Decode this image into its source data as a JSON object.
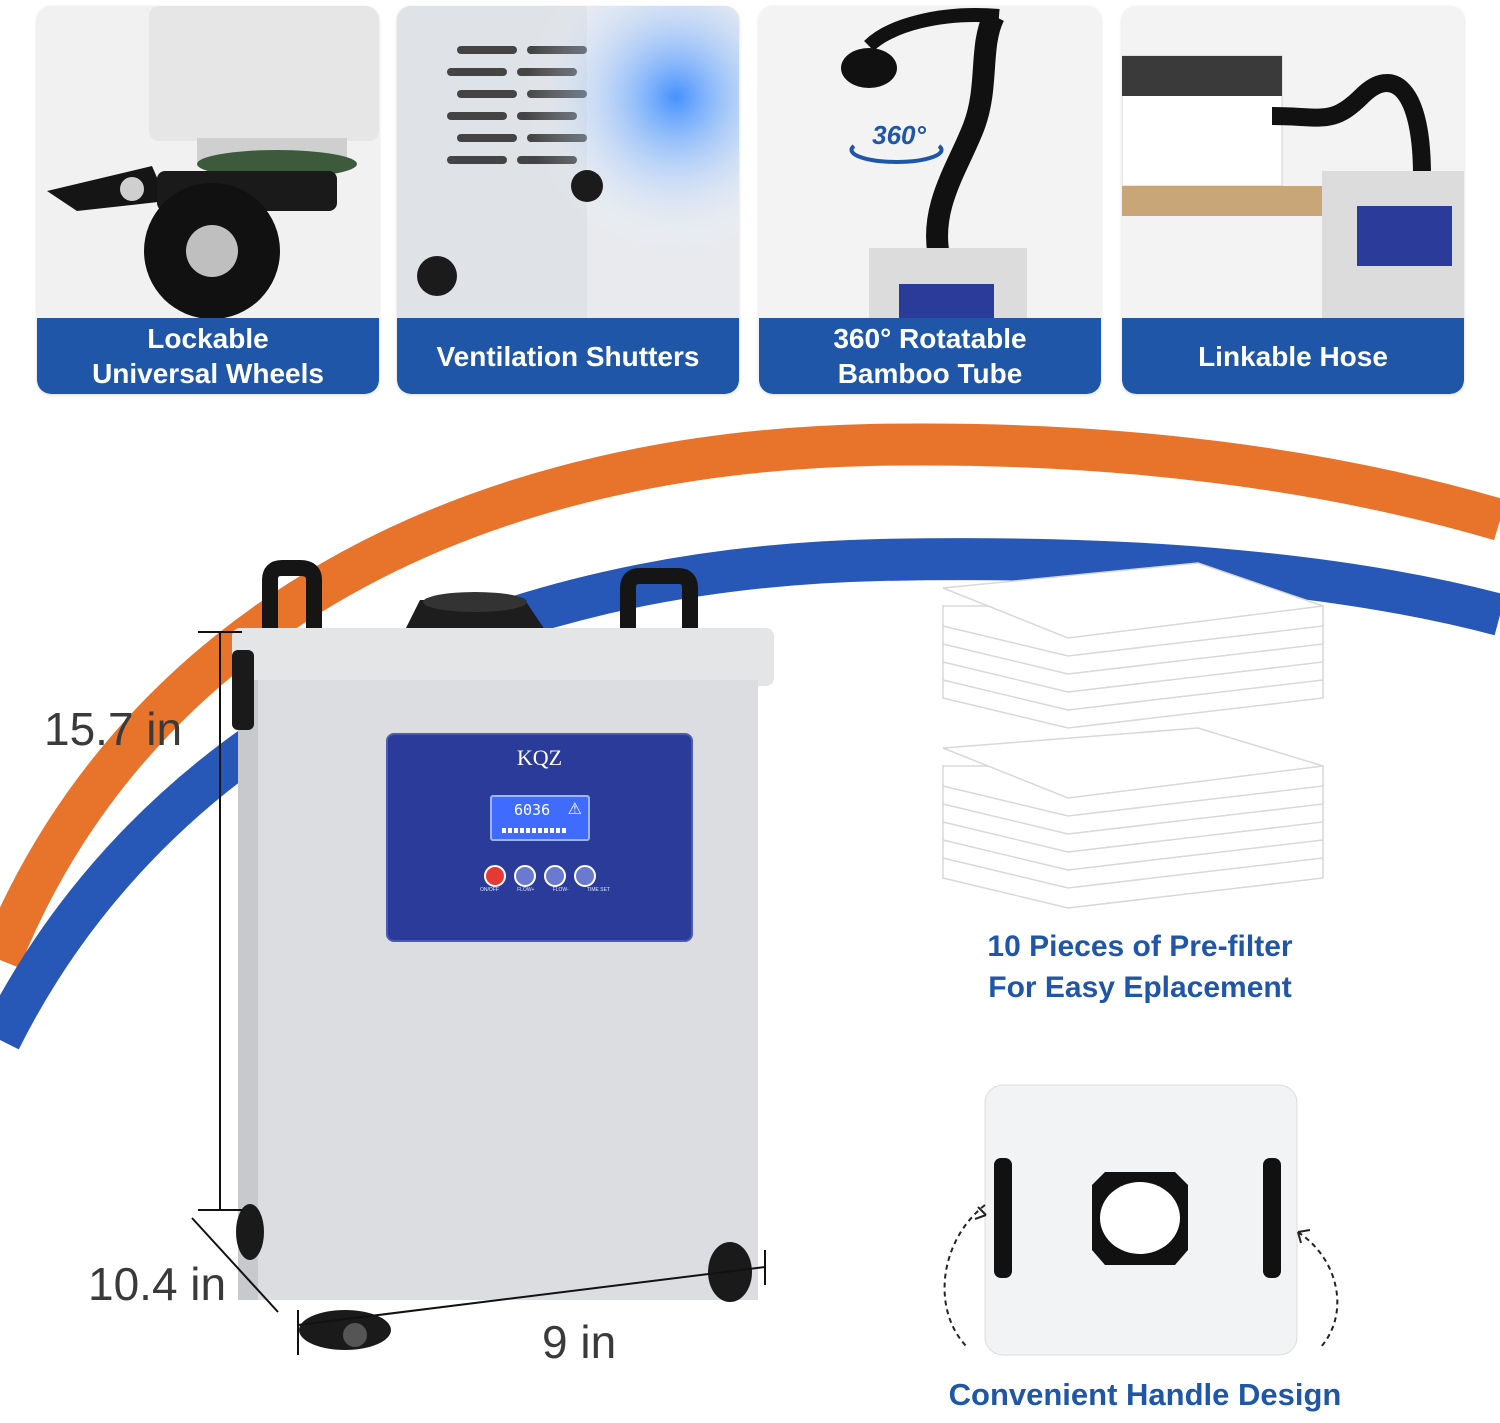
{
  "features": [
    {
      "label": "Lockable\nUniversal Wheels",
      "icon": "caster-wheel-icon"
    },
    {
      "label": "Ventilation Shutters",
      "icon": "vent-icon"
    },
    {
      "label": "360° Rotatable\nBamboo Tube",
      "icon": "rotate-hose-icon",
      "badge": "360°"
    },
    {
      "label": "Linkable Hose",
      "icon": "hose-link-icon"
    }
  ],
  "product": {
    "brand": "KQZ",
    "display_value": "6036",
    "buttons": [
      "ON/OFF",
      "FLOW+",
      "FLOW-",
      "TIME SET"
    ]
  },
  "dimensions": {
    "height": "15.7 in",
    "depth": "10.4 in",
    "width": "9 in"
  },
  "filters_caption": "10 Pieces of Pre-filter\nFor Easy Eplacement",
  "handle_caption": "Convenient Handle Design",
  "colors": {
    "brand_blue": "#1f56a7",
    "accent_orange": "#e8732a",
    "panel_blue": "#2b3b9a"
  }
}
